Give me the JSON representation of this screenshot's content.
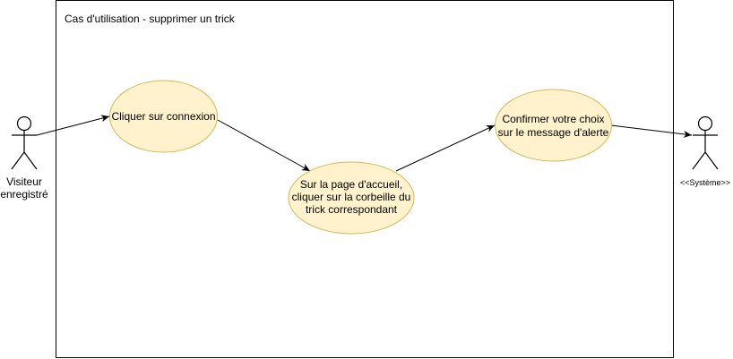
{
  "system_boundary": {
    "title": "Cas d'utilisation - supprimer un trick"
  },
  "actors": {
    "visitor": {
      "label_line1": "Visiteur",
      "label_line2": "enregistré"
    },
    "system": {
      "label": "<<Système>>"
    }
  },
  "use_cases": {
    "connexion": {
      "label": "Cliquer sur connexion"
    },
    "corbeille": {
      "line1": "Sur la page d'accueil,",
      "line2": "cliquer sur la corbeille du",
      "line3": "trick correspondant"
    },
    "confirmer": {
      "line1": "Confirmer votre choix",
      "line2": "sur le message d'alerte"
    }
  },
  "colors": {
    "use_case_fill": "#fff2cc",
    "use_case_stroke": "#d6b656",
    "line": "#000000"
  }
}
